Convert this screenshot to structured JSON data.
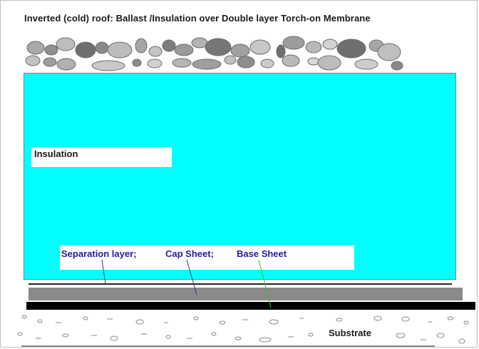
{
  "title": "Inverted (cold) roof: Ballast /Insulation over Double layer Torch-on Membrane",
  "layers": {
    "insulation": "Insulation",
    "separation": "Separation layer;",
    "cap": "Cap Sheet;",
    "base": "Base Sheet",
    "substrate": "Substrate"
  },
  "colors": {
    "insulation_fill": "#00ffff",
    "cap_sheet": "#8a8a8a",
    "base_sheet": "#000000",
    "label_text": "#1f1f99",
    "base_leader": "#2fbf2f"
  }
}
